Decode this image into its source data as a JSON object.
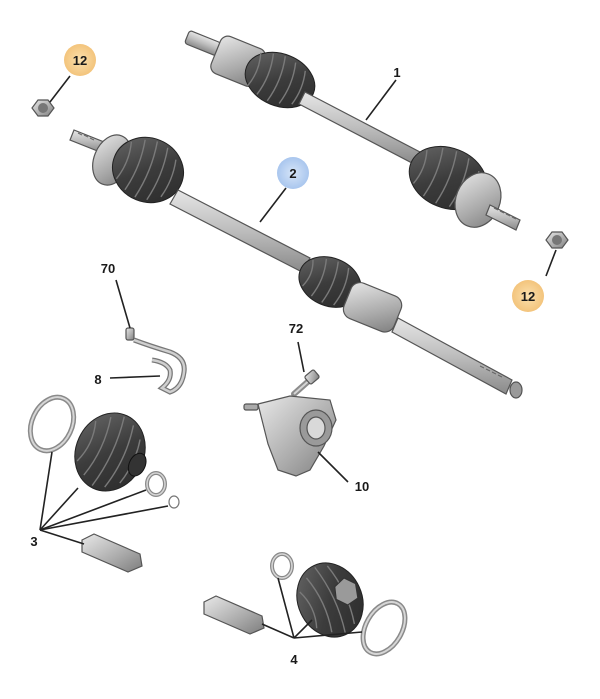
{
  "colors": {
    "highlight_orange": "#f6cf8c",
    "highlight_blue": "#b9d2f1",
    "line": "#222222",
    "metal_light": "#d4d4d4",
    "metal_mid": "#a9a9a9",
    "boot": "#4a4a4a"
  },
  "callouts": {
    "c1": "1",
    "c2": "2",
    "c12a": "12",
    "c12b": "12",
    "c70": "70",
    "c72": "72",
    "c8": "8",
    "c10": "10",
    "c3": "3",
    "c4": "4"
  },
  "icons": {
    "upper_shaft": "drive-shaft-icon",
    "lower_shaft": "drive-shaft-icon",
    "nut": "hub-nut-icon",
    "bearing_bracket": "bearing-bracket-icon",
    "boot_kit": "cv-boot-kit-icon"
  }
}
